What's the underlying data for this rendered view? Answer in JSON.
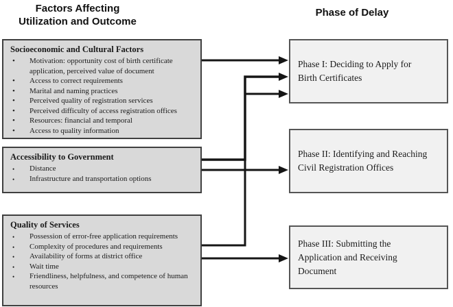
{
  "headers": {
    "left_line1": "Factors Affecting",
    "left_line2": "Utilization and Outcome",
    "right": "Phase of Delay"
  },
  "factors": [
    {
      "title": "Socioeconomic and Cultural Factors",
      "items": [
        "Motivation: opportunity cost of birth certificate application, perceived value of document",
        "Access to correct requirements",
        "Marital and naming practices",
        "Perceived quality of registration services",
        "Perceived difficulty of access registration offices",
        "Resources: financial and temporal",
        "Access to quality information"
      ]
    },
    {
      "title": "Accessibility to Government",
      "items": [
        "Distance",
        "Infrastructure and transportation options"
      ]
    },
    {
      "title": "Quality of Services",
      "items": [
        "Possession of error-free application requirements",
        "Complexity of procedures and requirements",
        "Availability of forms at district office",
        "Wait time",
        "Friendliness, helpfulness, and competence of human resources"
      ]
    }
  ],
  "phases": [
    {
      "label": "Phase I: Deciding to Apply for\nBirth Certificates"
    },
    {
      "label": "Phase II: Identifying and Reaching\nCivil Registration Offices"
    },
    {
      "label": "Phase III: Submitting the\nApplication and Receiving\nDocument"
    }
  ],
  "connections": [
    {
      "from": "Socioeconomic and Cultural Factors",
      "to": "Phase I"
    },
    {
      "from": "Accessibility to Government",
      "to": "Phase I"
    },
    {
      "from": "Quality of Services",
      "to": "Phase I"
    },
    {
      "from": "Accessibility to Government",
      "to": "Phase II"
    },
    {
      "from": "Quality of Services",
      "to": "Phase III"
    }
  ],
  "colors": {
    "factor_box_fill": "#d9d9d9",
    "factor_box_border": "#3f3f3f",
    "phase_box_fill": "#f1f1f1",
    "phase_box_border": "#555555",
    "arrow_color": "#151515",
    "text_color": "#1a1a1a"
  }
}
